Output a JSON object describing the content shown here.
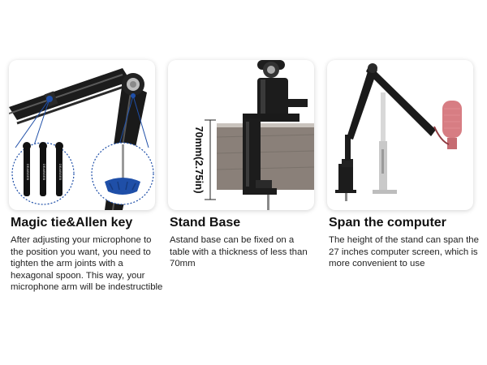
{
  "features": [
    {
      "title": "Magic tie&Allen key",
      "description": "After adjusting your microphone to the position you want, you need to tighten the arm joints with a hexagonal spoon. This way, your microphone arm will be indestructible",
      "tie_text": "DEAIBGEB",
      "icons": [
        "boom-arm-joint-icon",
        "velcro-tie-icon",
        "allen-key-icon"
      ]
    },
    {
      "title": "Stand Base",
      "description": "Astand base can be fixed on a table with a thickness of less than 70mm",
      "dimension_label": "70mm(2.75in)",
      "icons": [
        "desk-clamp-icon"
      ]
    },
    {
      "title": "Span the computer",
      "description": "The height of the stand can span the 27 inches computer screen, which is more convenient to use",
      "icons": [
        "boom-arm-icon",
        "monitor-icon",
        "microphone-icon"
      ]
    }
  ],
  "colors": {
    "arm": "#1c1c1c",
    "accent_blue": "#1f4fa8",
    "wood": "#8a8079",
    "mic_red": "#c9515a"
  }
}
